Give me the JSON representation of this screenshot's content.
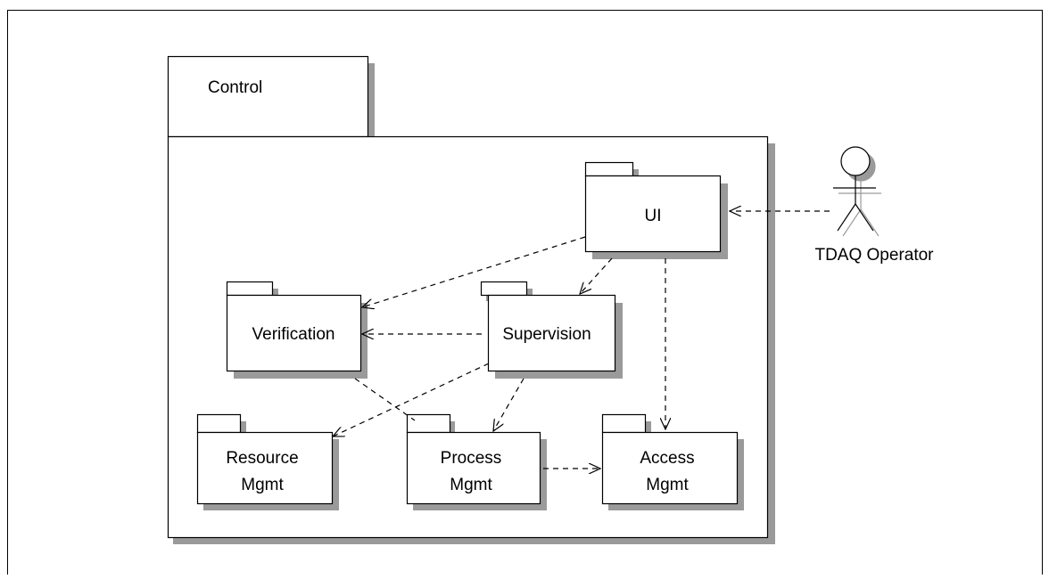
{
  "diagram": {
    "type": "uml-package-diagram",
    "container": {
      "title": "Control"
    },
    "packages": {
      "ui": [
        "UI"
      ],
      "verification": [
        "Verification"
      ],
      "supervision": [
        "Supervision"
      ],
      "resource": [
        "Resource",
        "Mgmt"
      ],
      "process": [
        "Process",
        "Mgmt"
      ],
      "access": [
        "Access",
        "Mgmt"
      ]
    },
    "actor": {
      "label": "TDAQ Operator"
    },
    "dependencies": [
      {
        "from": "TDAQ Operator",
        "to": "UI"
      },
      {
        "from": "UI",
        "to": "Verification"
      },
      {
        "from": "UI",
        "to": "Supervision"
      },
      {
        "from": "UI",
        "to": "Access"
      },
      {
        "from": "Supervision",
        "to": "Verification"
      },
      {
        "from": "Supervision",
        "to": "Resource"
      },
      {
        "from": "Supervision",
        "to": "Process"
      },
      {
        "from": "Verification",
        "to": "Process"
      },
      {
        "from": "Process",
        "to": "Access"
      }
    ]
  }
}
